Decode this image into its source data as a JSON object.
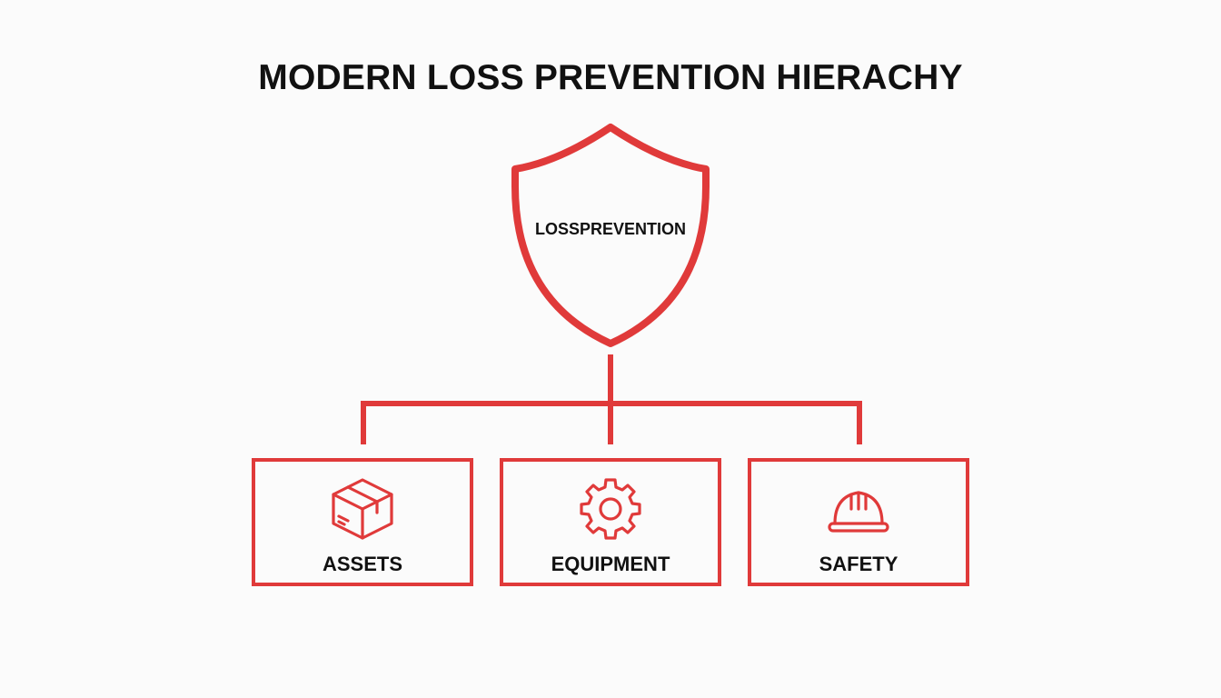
{
  "title": "MODERN LOSS PREVENTION HIERACHY",
  "accent_color": "#e03a3a",
  "root": {
    "label": "LOSSPREVENTION",
    "icon": "shield-icon"
  },
  "children": [
    {
      "label": "ASSETS",
      "icon": "box-icon"
    },
    {
      "label": "EQUIPMENT",
      "icon": "gear-icon"
    },
    {
      "label": "SAFETY",
      "icon": "hard-hat-icon"
    }
  ]
}
